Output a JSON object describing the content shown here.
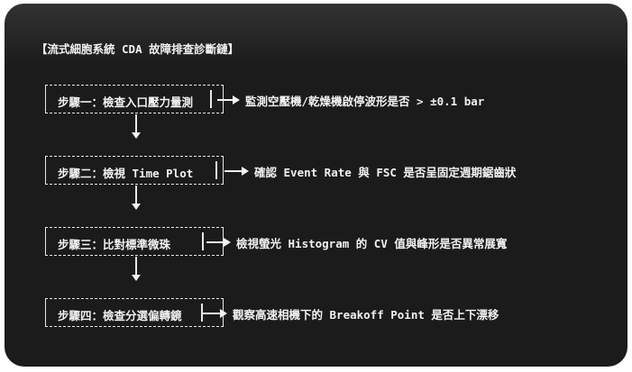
{
  "title": "【流式細胞系統 CDA 故障排查診斷鏈】",
  "steps": [
    {
      "label": "步驟一：檢查入口壓力量測",
      "result": "監測空壓機/乾燥機啟停波形是否 > ±0.1 bar"
    },
    {
      "label": "步驟二：檢視 Time Plot",
      "result": "確認 Event Rate 與 FSC 是否呈固定週期鋸齒狀"
    },
    {
      "label": "步驟三：比對標準微珠",
      "result": "檢視螢光 Histogram 的 CV 值與峰形是否異常展寬"
    },
    {
      "label": "步驟四：檢查分選偏轉鏡",
      "result": "觀察高速相機下的 Breakoff Point 是否上下漂移"
    }
  ]
}
